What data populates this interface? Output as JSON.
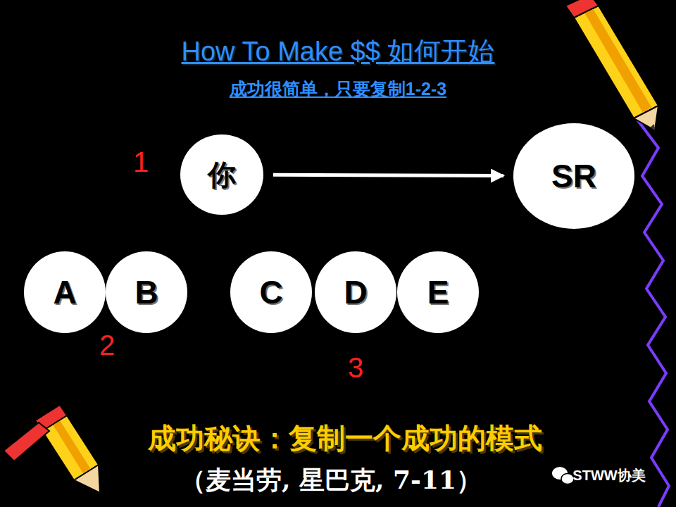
{
  "diagram": {
    "title": "How To Make $$ 如何开始",
    "nodes": [
      {
        "text": [
          "你"
        ]
      },
      {
        "text": [
          "SR"
        ]
      },
      {
        "text": [
          "A"
        ]
      },
      {
        "text": [
          "B"
        ]
      },
      {
        "text": [
          "C"
        ]
      },
      {
        "text": [
          "D"
        ]
      },
      {
        "text": [
          "E"
        ]
      }
    ],
    "edges": [
      {
        "from": 0,
        "to": 1,
        "arrow": "to"
      }
    ],
    "labels": [
      "成功很简单，只要复制1-2-3",
      "1",
      "2",
      "3",
      "成功秘诀：复制一个成功的模式",
      "（麦当劳, 星巴克, 7-11）",
      "STWW协美"
    ]
  }
}
